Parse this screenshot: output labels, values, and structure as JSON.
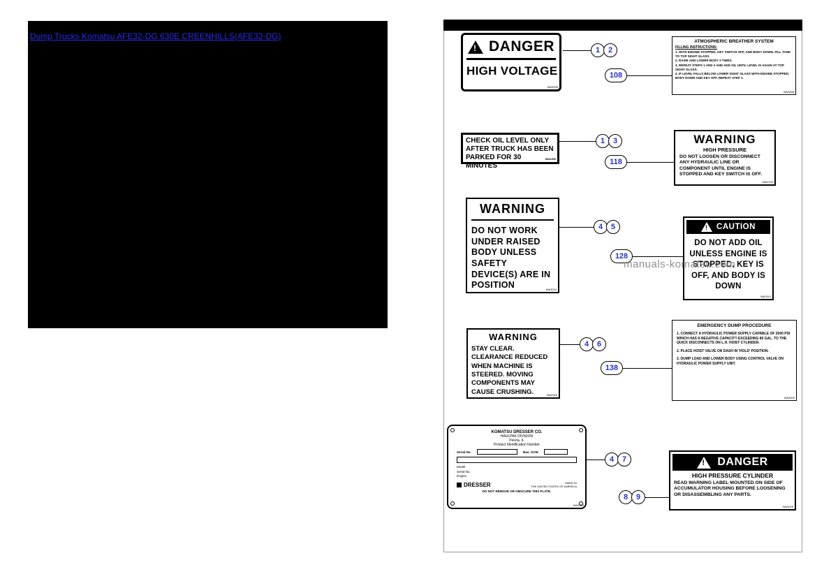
{
  "page": {
    "link_title": "Dump Trucks Komatsu AFE32-DG 630E CREENHILLS(AFE32-DG)",
    "watermark": "manuals-komatsu.com"
  },
  "icons": {
    "exclamation": "!"
  },
  "labels": {
    "danger_high_voltage": {
      "header": "DANGER",
      "body": "HIGH VOLTAGE",
      "code": "WA3008"
    },
    "breather": {
      "title": "ATMOSPHERIC BREATHER SYSTEM",
      "subtitle": "FILLING INSTRUCTIONS:",
      "steps": [
        "1. WITH ENGINE STOPPED, KEY SWITCH OFF, AND BODY DOWN, FILL TANK TO TOP SIGHT GLASS.",
        "2. RAISE AND LOWER BODY 3 TIMES.",
        "3. REPEAT STEPS 1 AND 2 AND ADD OIL UNTIL LEVEL IS AGAIN AT TOP SIGHT GLASS.",
        "4. IF LEVEL FALLS BELOW LOWER SIGHT GLASS WITH ENGINE STOPPED, BODY DOWN AND KEY OFF, REPEAT STEP 1."
      ],
      "code": "WA2808"
    },
    "check_oil": {
      "text": "CHECK OIL LEVEL ONLY AFTER TRUCK HAS BEEN PARKED FOR 30 MINUTES",
      "code": "WA2456"
    },
    "high_pressure": {
      "title": "WARNING",
      "subtitle": "HIGH PRESSURE",
      "body": "DO NOT LOOSEN OR DISCONNECT ANY HYDRAULIC LINE OR COMPONENT UNTIL ENGINE IS STOPPED AND KEY SWITCH IS OFF.",
      "code": "WA2705"
    },
    "raised_body": {
      "title": "WARNING",
      "body": "DO NOT WORK UNDER RAISED BODY UNLESS SAFETY DEVICE(S) ARE IN POSITION",
      "code": "WA3013"
    },
    "caution_oil": {
      "header": "CAUTION",
      "body": "DO NOT ADD OIL UNLESS ENGINE IS STOPPED, KEY IS OFF, AND BODY IS DOWN",
      "code": "WA3110"
    },
    "stay_clear": {
      "title": "WARNING",
      "body": "STAY CLEAR. CLEARANCE REDUCED WHEN MACHINE IS STEERED. MOVING COMPONENTS MAY CAUSE CRUSHING.",
      "code": "WA2918"
    },
    "emergency_dump": {
      "title": "EMERGENCY DUMP PROCEDURE",
      "steps": [
        "1. CONNECT A HYDRAULIC POWER SUPPLY CAPABLE OF 2500 PSI WHICH HAS A NEGATIVE CAPACITY EXCEEDING 80 GAL. TO THE QUICK DISCONNECTS ON L.H. HOIST CYLINDER.",
        "2. PLACE HOIST VALVE ON DASH IN 'HOLD' POSITION.",
        "3. DUMP LOAD AND LOWER BODY USING CONTROL VALVE ON HYDRAULIC POWER SUPPLY UNIT."
      ],
      "code": "WA3009"
    },
    "id_plate": {
      "company": "KOMATSU DRESSER CO.",
      "division": "HAULPAK DIVISION",
      "location": "Peoria, IL",
      "pin_title": "Product Identification Number",
      "serial_label": "Serial No.",
      "gvw_label": "Max. GVW",
      "info_lines": [
        "Model",
        "Serial No.",
        "Engine"
      ],
      "brand": "DRESSER",
      "made_in_1": "MADE IN",
      "made_in_2": "THE UNITED STATES OF AMERICA",
      "notice": "DO NOT REMOVE OR OBSCURE THIS PLATE.",
      "code": "WA2915"
    },
    "cylinder": {
      "header": "DANGER",
      "subtitle": "HIGH PRESSURE CYLINDER",
      "body": "READ WARNING LABEL MOUNTED ON SIDE OF ACCUMULATOR HOUSING BEFORE LOOSENING OR DISASSEMBLING ANY PARTS.",
      "code": "WA3015"
    }
  },
  "callouts": {
    "c1a": "1",
    "c1b": "2",
    "c108": "108",
    "c13a": "1",
    "c13b": "3",
    "c118": "118",
    "c45a": "4",
    "c45b": "5",
    "c128": "128",
    "c46a": "4",
    "c46b": "6",
    "c138": "138",
    "c47a": "4",
    "c47b": "7",
    "c89a": "8",
    "c89b": "9"
  }
}
